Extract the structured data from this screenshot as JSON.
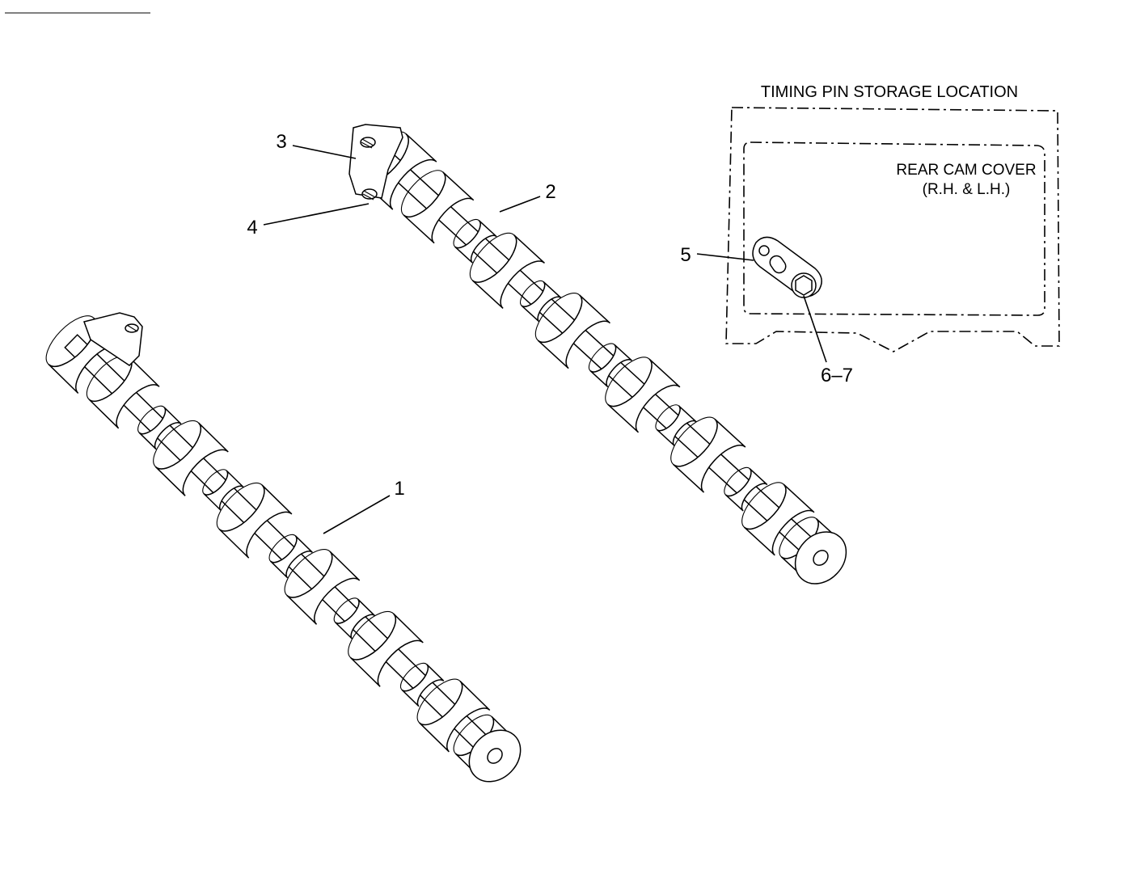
{
  "storage_view": {
    "title": "TIMING PIN STORAGE LOCATION",
    "cover_label_line1": "REAR  CAM  COVER",
    "cover_label_line2": "(R.H.  &  L.H.)"
  },
  "callouts": [
    {
      "id": "1",
      "text": "1"
    },
    {
      "id": "2",
      "text": "2"
    },
    {
      "id": "3",
      "text": "3"
    },
    {
      "id": "4",
      "text": "4"
    },
    {
      "id": "5",
      "text": "5"
    },
    {
      "id": "6-7",
      "text": "6–7"
    }
  ]
}
